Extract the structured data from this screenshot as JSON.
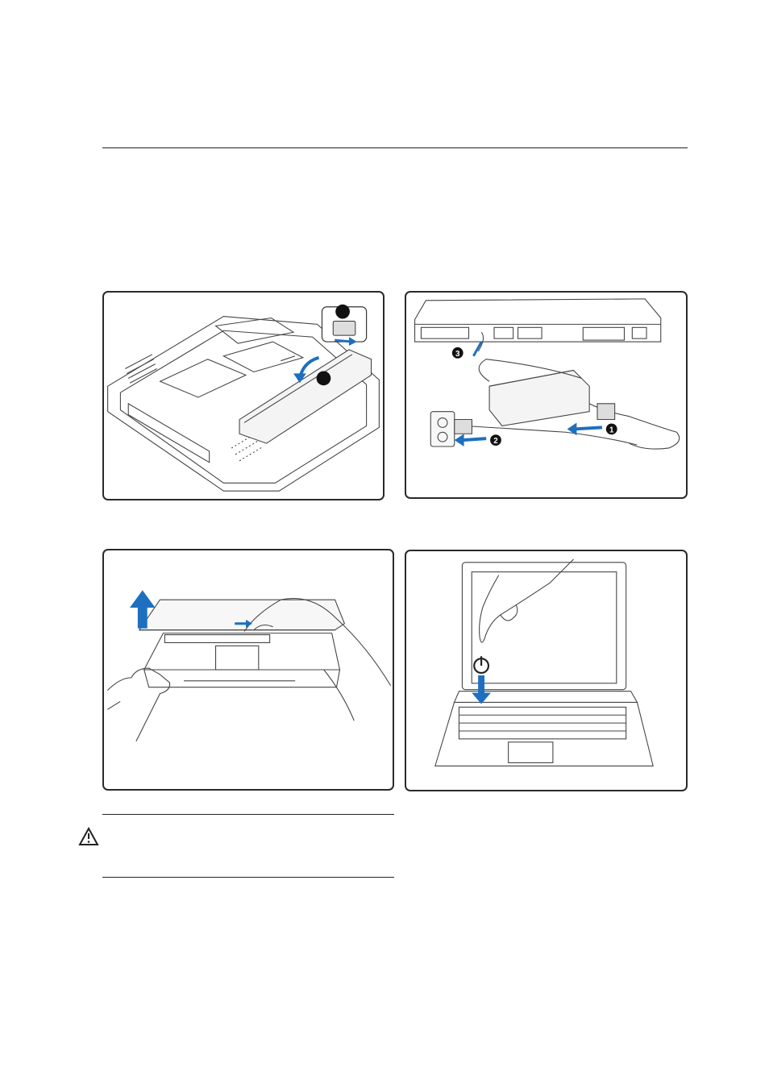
{
  "document": {
    "figures": [
      {
        "id": "install-battery",
        "icon": "battery-install-illustration"
      },
      {
        "id": "connect-power",
        "icon": "power-adapter-illustration",
        "step_markers": [
          "1",
          "2",
          "3"
        ]
      },
      {
        "id": "open-panel",
        "icon": "open-lid-illustration"
      },
      {
        "id": "power-on",
        "icon": "power-button-illustration"
      }
    ],
    "warning": {
      "icon": "warning-triangle-icon"
    },
    "colors": {
      "accent": "#1e6fbf",
      "line": "#2a2a2a"
    }
  }
}
